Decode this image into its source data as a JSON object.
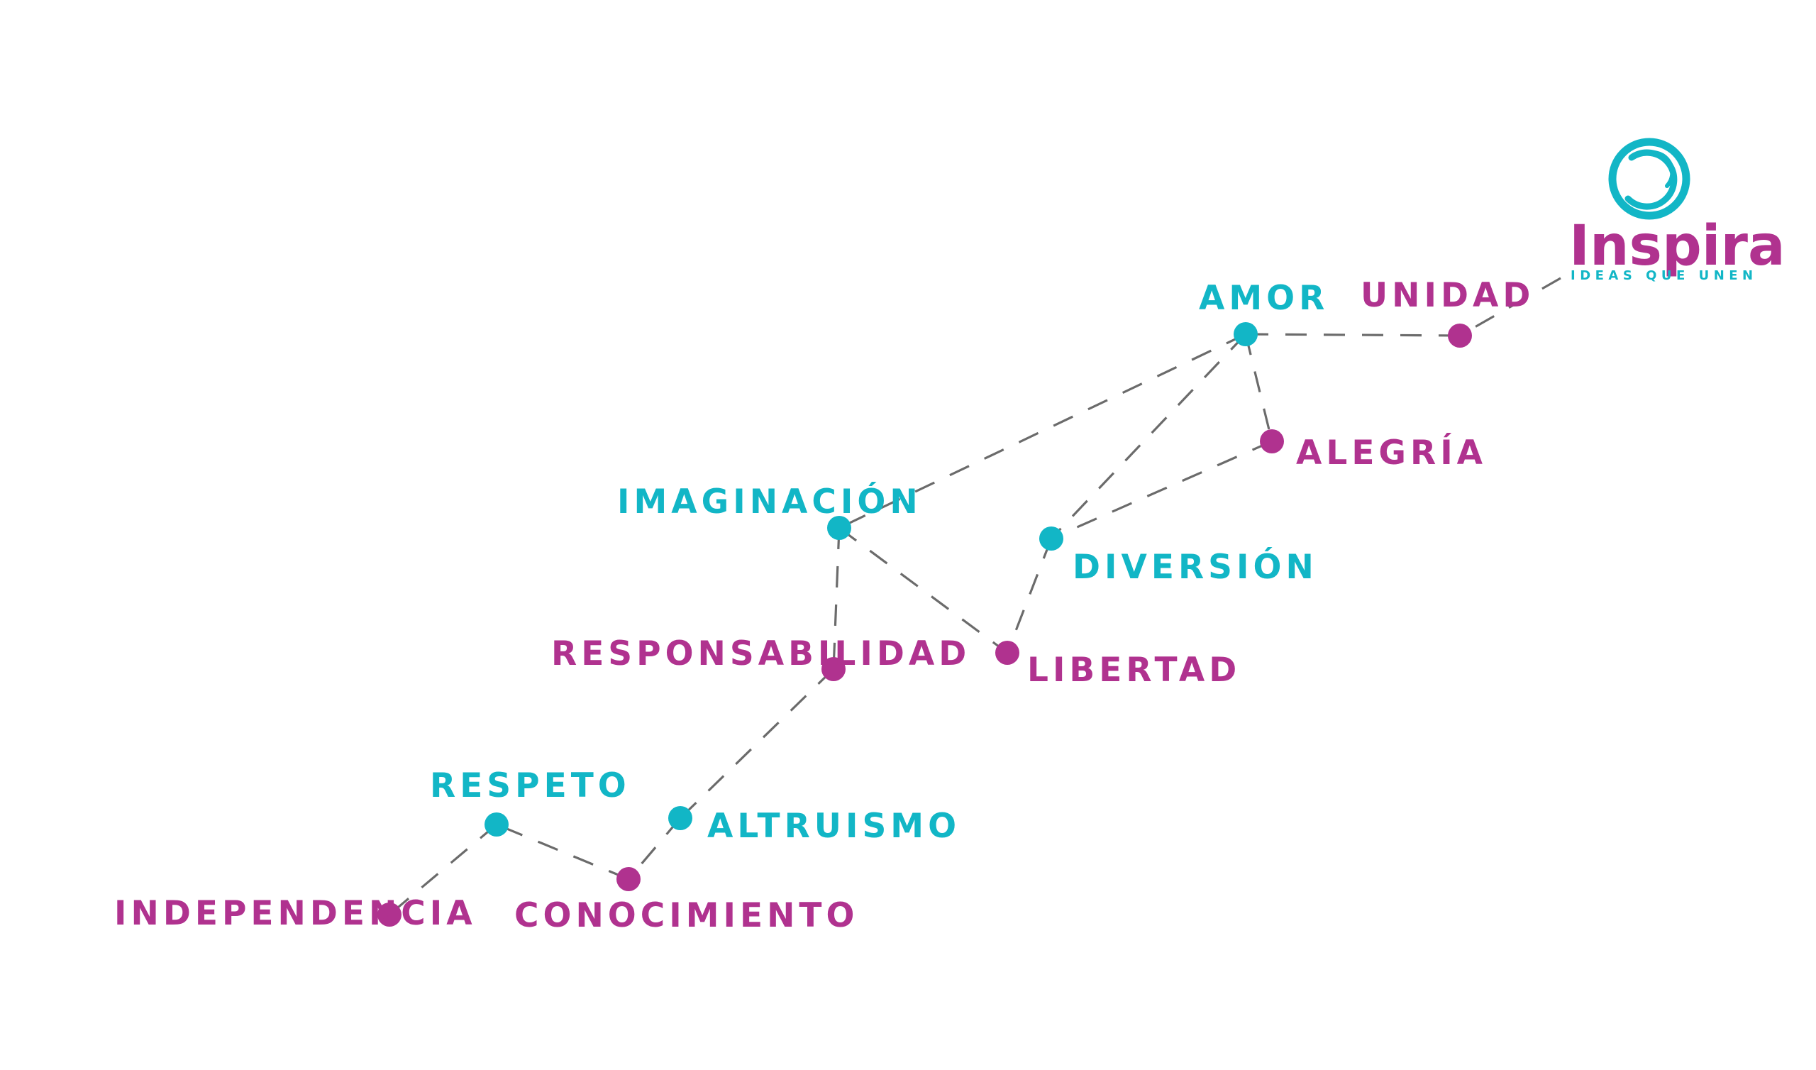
{
  "colors": {
    "magenta": "#b0328f",
    "cyan": "#12b6c6",
    "line": "#6b6b6b",
    "background": "#ffffff"
  },
  "logo": {
    "name": "Inspira",
    "tagline": "IDEAS QUE UNEN",
    "icon": "ring-swirl-icon"
  },
  "nodes": [
    {
      "id": "amor",
      "label": "AMOR",
      "color": "cyan"
    },
    {
      "id": "unidad",
      "label": "UNIDAD",
      "color": "magenta"
    },
    {
      "id": "alegria",
      "label": "ALEGRÍA",
      "color": "magenta"
    },
    {
      "id": "imaginacion",
      "label": "IMAGINACIÓN",
      "color": "cyan"
    },
    {
      "id": "diversion",
      "label": "DIVERSIÓN",
      "color": "cyan"
    },
    {
      "id": "libertad",
      "label": "LIBERTAD",
      "color": "magenta"
    },
    {
      "id": "responsabilidad",
      "label": "RESPONSABILIDAD",
      "color": "magenta"
    },
    {
      "id": "altruismo",
      "label": "ALTRUISMO",
      "color": "cyan"
    },
    {
      "id": "respeto",
      "label": "RESPETO",
      "color": "cyan"
    },
    {
      "id": "conocimiento",
      "label": "CONOCIMIENTO",
      "color": "magenta"
    },
    {
      "id": "independencia",
      "label": "INDEPENDENCIA",
      "color": "magenta"
    }
  ],
  "edges": [
    [
      "logo",
      "unidad"
    ],
    [
      "unidad",
      "amor"
    ],
    [
      "amor",
      "alegria"
    ],
    [
      "amor",
      "imaginacion"
    ],
    [
      "amor",
      "diversion"
    ],
    [
      "alegria",
      "diversion"
    ],
    [
      "diversion",
      "libertad"
    ],
    [
      "imaginacion",
      "libertad"
    ],
    [
      "imaginacion",
      "responsabilidad"
    ],
    [
      "responsabilidad",
      "altruismo"
    ],
    [
      "altruismo",
      "conocimiento"
    ],
    [
      "conocimiento",
      "respeto"
    ],
    [
      "respeto",
      "independencia"
    ]
  ]
}
